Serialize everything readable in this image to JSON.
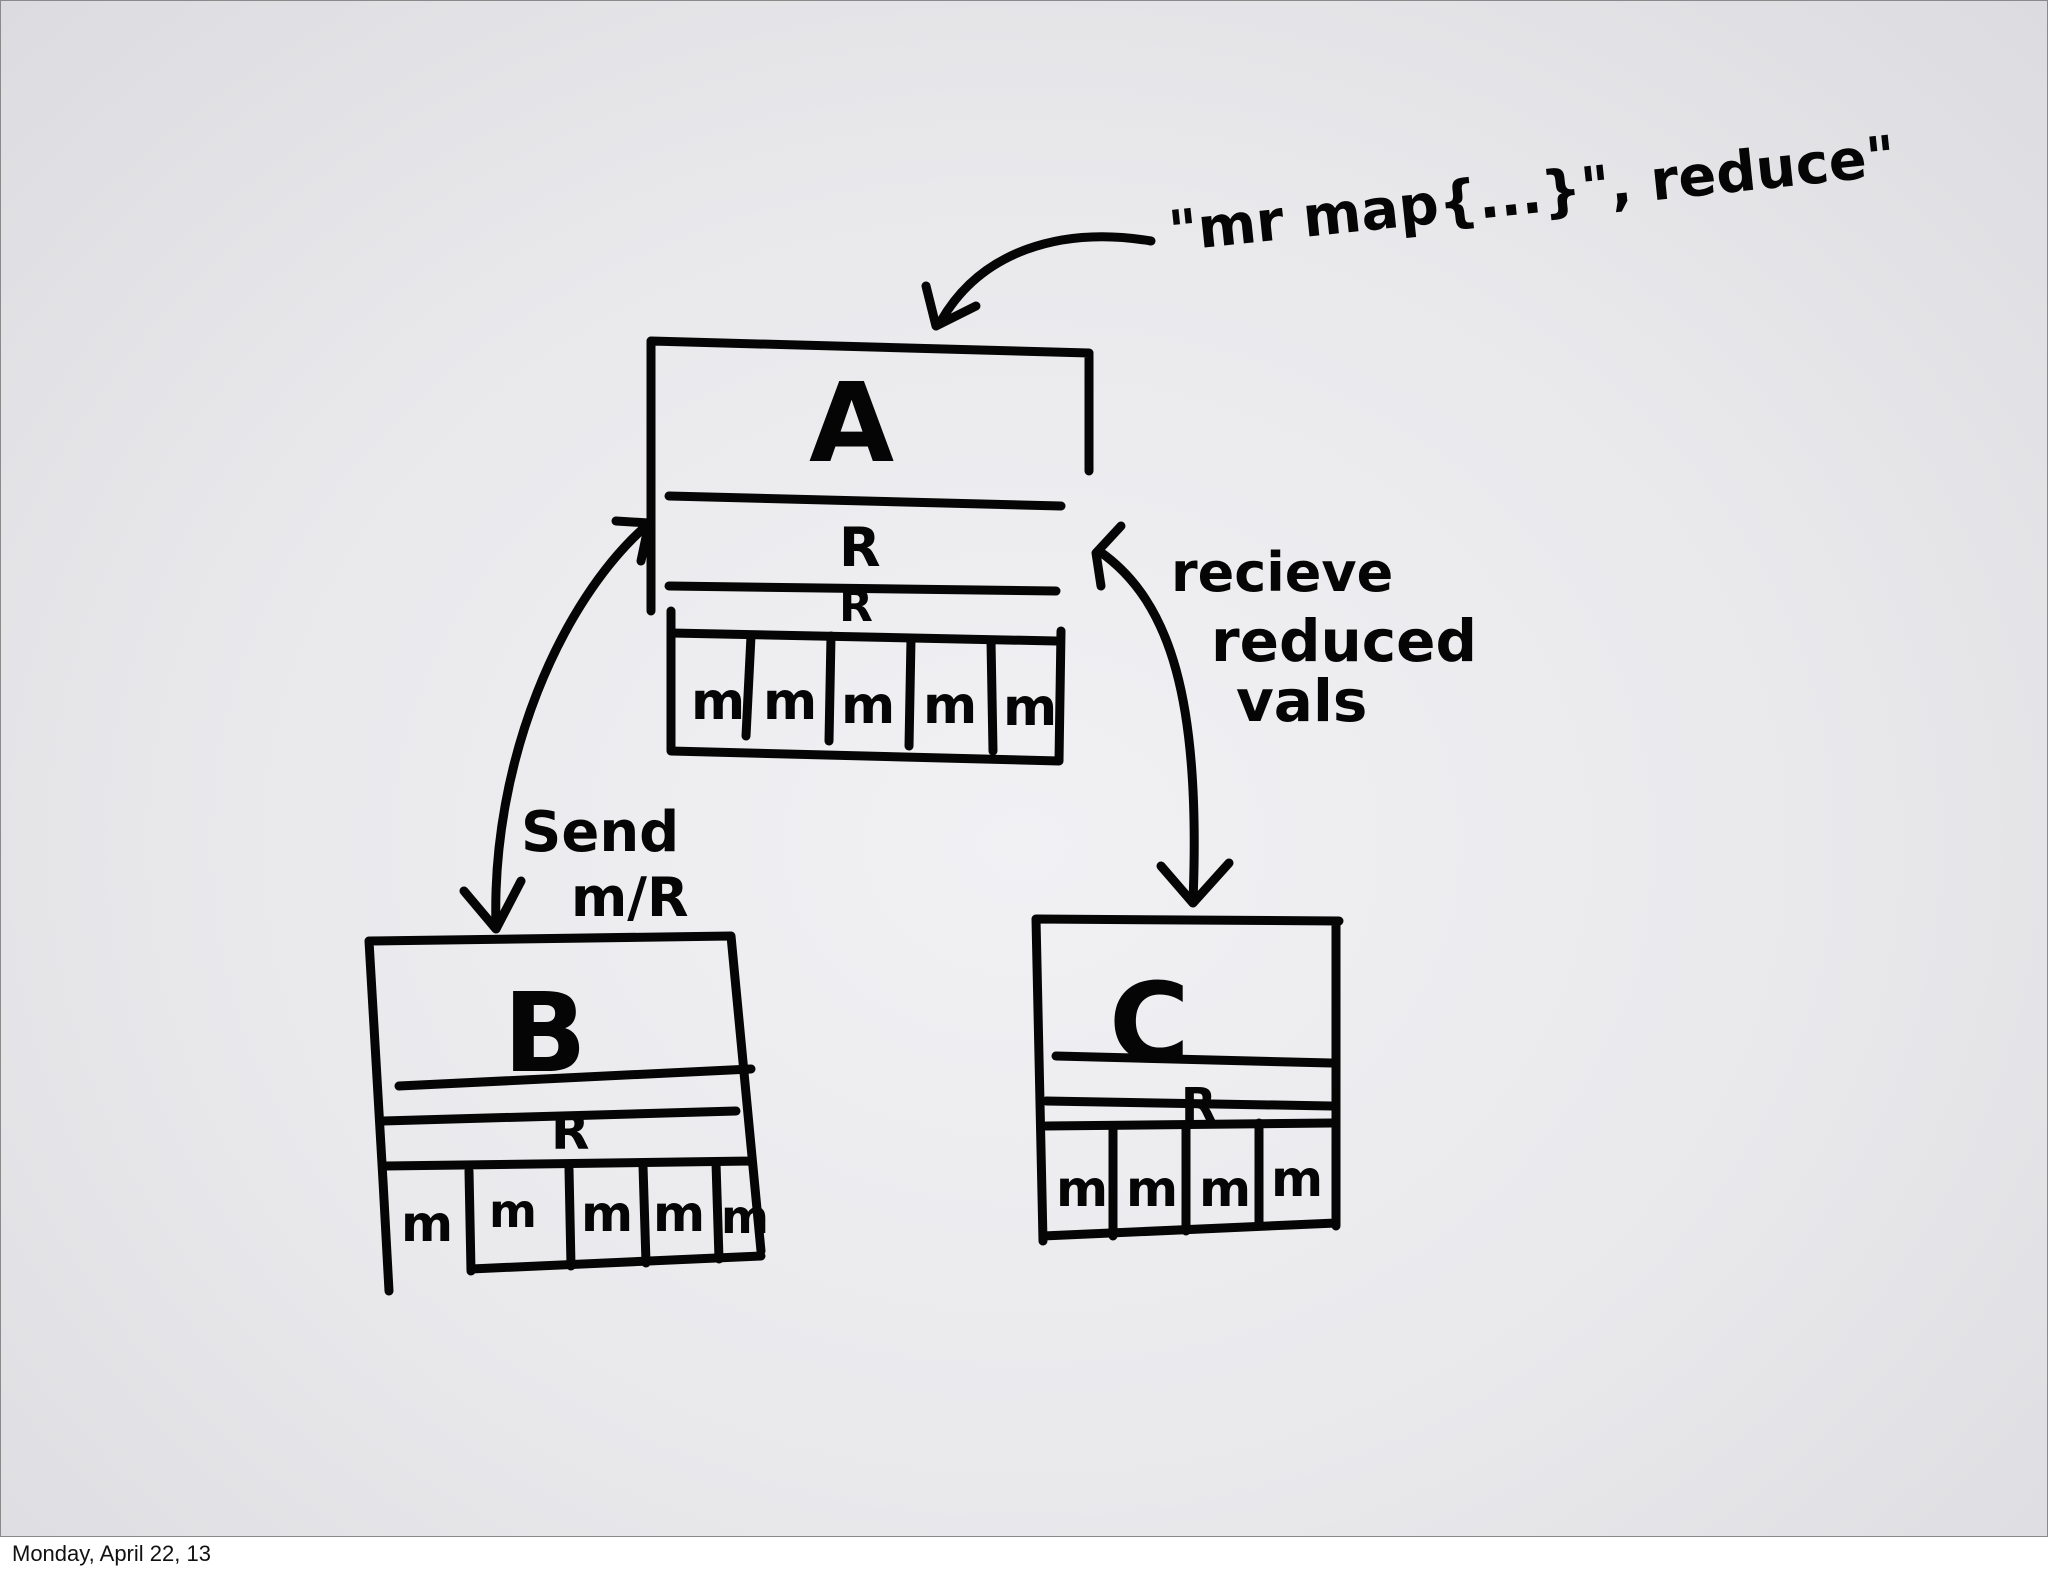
{
  "diagram": {
    "command_label": "\"mr map{...}\", reduce\"",
    "node_a": {
      "name": "A",
      "reduce_rows": [
        "R",
        "R"
      ],
      "map_cells": [
        "m",
        "m",
        "m",
        "m",
        "m"
      ]
    },
    "node_b": {
      "name": "B",
      "reduce_rows": [
        "R"
      ],
      "map_cells": [
        "m",
        "m",
        "m",
        "m",
        "m"
      ]
    },
    "node_c": {
      "name": "C",
      "reduce_rows": [
        "R"
      ],
      "map_cells": [
        "m",
        "m",
        "m",
        "m"
      ]
    },
    "send_label": [
      "Send",
      "m/R"
    ],
    "receive_label": [
      "recieve",
      "reduced",
      "vals"
    ]
  },
  "footer": {
    "date": "Monday, April 22, 13"
  }
}
